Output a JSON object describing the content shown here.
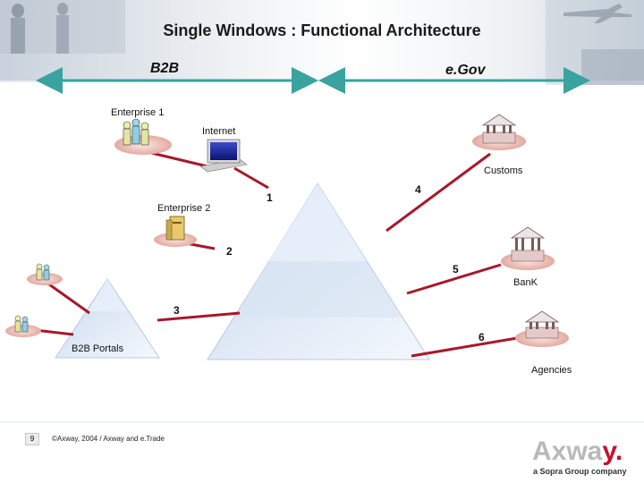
{
  "title": "Single Windows : Functional Architecture",
  "segments": {
    "left": "B2B",
    "right": "e.Gov"
  },
  "labels": {
    "enterprise1": "Enterprise 1",
    "internet": "Internet",
    "customs": "Customs",
    "enterprise2": "Enterprise 2",
    "bank": "BanK",
    "b2b_portals": "B2B Portals",
    "agencies": "Agencies"
  },
  "links": [
    "1",
    "2",
    "3",
    "4",
    "5",
    "6"
  ],
  "footer": {
    "page": "9",
    "copyright": "©Axway, 2004 / Axway and e.Trade",
    "logo_main": "Axwa",
    "logo_y": "y.",
    "logo_sub": "a Sopra Group company"
  },
  "colors": {
    "connector": "#a8182a",
    "arrow": "#3aa3a0",
    "pyramid": "#dde8f5"
  }
}
